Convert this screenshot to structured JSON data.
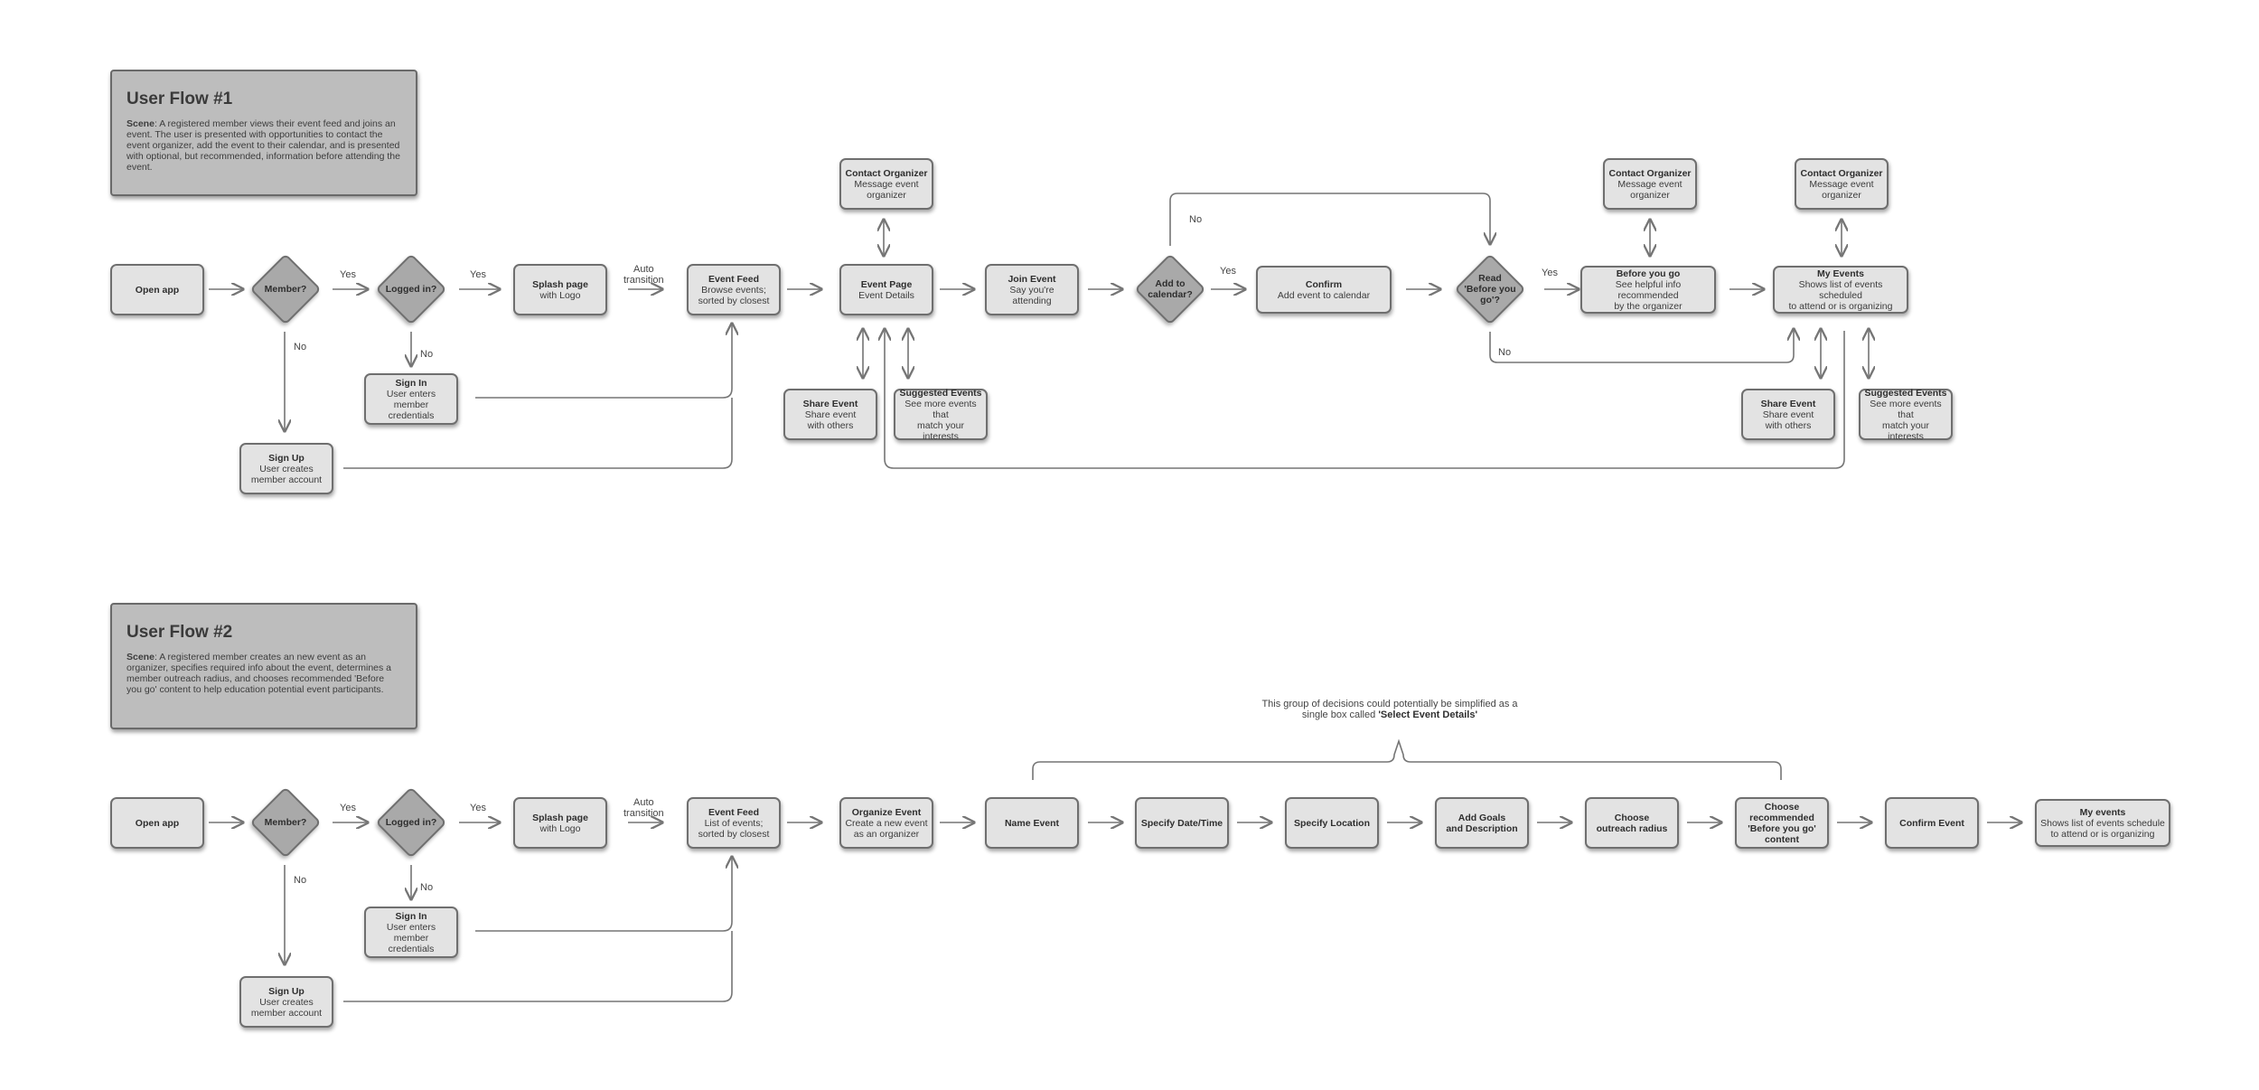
{
  "flow1": {
    "title": "User Flow #1",
    "scene_label": "Scene",
    "scene_text": ": A registered member views their event feed and joins an event.  The user is presented with opportunities to contact the event organizer, add the event to their calendar, and is presented with optional, but recommended, information before attending the event.",
    "open_app": "Open app",
    "member_q": "Member?",
    "logged_in_q": "Logged in?",
    "splash": {
      "title": "Splash page",
      "desc": "with Logo"
    },
    "event_feed": {
      "title": "Event Feed",
      "desc": "Browse events;\nsorted by closest"
    },
    "event_page": {
      "title": "Event Page",
      "desc": "Event Details"
    },
    "contact_organizer_1": {
      "title": "Contact Organizer",
      "desc": "Message event\norganizer"
    },
    "share_event_1": {
      "title": "Share Event",
      "desc": "Share event\nwith others"
    },
    "suggested_events_1": {
      "title": "Suggested Events",
      "desc": "See more events that\nmatch your interests"
    },
    "join_event": {
      "title": "Join Event",
      "desc": "Say you're attending"
    },
    "add_calendar_q": "Add to\ncalendar?",
    "confirm": {
      "title": "Confirm",
      "desc": "Add event to calendar"
    },
    "read_before_q": "Read\n'Before you\ngo'?",
    "before_you_go": {
      "title": "Before you go",
      "desc": "See helpful info recommended\nby the organizer"
    },
    "contact_organizer_2": {
      "title": "Contact Organizer",
      "desc": "Message event\norganizer"
    },
    "my_events": {
      "title": "My Events",
      "desc": "Shows list of events scheduled\nto attend or is organizing"
    },
    "contact_organizer_3": {
      "title": "Contact Organizer",
      "desc": "Message event\norganizer"
    },
    "share_event_2": {
      "title": "Share Event",
      "desc": "Share event\nwith others"
    },
    "suggested_events_2": {
      "title": "Suggested Events",
      "desc": "See more events that\nmatch your interests"
    },
    "sign_in": {
      "title": "Sign In",
      "desc": "User enters\nmember\ncredentials"
    },
    "sign_up": {
      "title": "Sign Up",
      "desc": "User creates\nmember account"
    },
    "labels": {
      "yes1": "Yes",
      "yes2": "Yes",
      "auto": "Auto\ntransition",
      "no_member": "No",
      "no_logged": "No",
      "no_calendar": "No",
      "yes_calendar": "Yes",
      "yes_read": "Yes",
      "no_read": "No"
    }
  },
  "flow2": {
    "title": "User Flow #2",
    "scene_label": "Scene",
    "scene_text": ": A registered member creates an new event as an organizer, specifies required info about the event, determines a member outreach radius, and chooses recommended 'Before you go' content to help education potential event participants.",
    "open_app": "Open app",
    "member_q": "Member?",
    "logged_in_q": "Logged in?",
    "splash": {
      "title": "Splash page",
      "desc": "with Logo"
    },
    "event_feed": {
      "title": "Event Feed",
      "desc": "List of events;\nsorted by closest"
    },
    "organize_event": {
      "title": "Organize Event",
      "desc": "Create a new event\nas an organizer"
    },
    "name_event": "Name Event",
    "specify_datetime": "Specify Date/Time",
    "specify_location": "Specify Location",
    "add_goals": "Add Goals\nand Description",
    "choose_radius": "Choose\noutreach radius",
    "choose_before": "Choose\nrecommended\n'Before you go'\ncontent",
    "confirm_event": "Confirm Event",
    "my_events": {
      "title": "My events",
      "desc": "Shows list of events schedule\nto attend or is organizing"
    },
    "sign_in": {
      "title": "Sign In",
      "desc": "User enters\nmember\ncredentials"
    },
    "sign_up": {
      "title": "Sign Up",
      "desc": "User creates\nmember account"
    },
    "note_text": "This group of decisions could potentially be simplified as a single box called",
    "note_bold": "'Select Event Details'",
    "labels": {
      "yes1": "Yes",
      "yes2": "Yes",
      "auto": "Auto\ntransition",
      "no_member": "No",
      "no_logged": "No"
    }
  }
}
